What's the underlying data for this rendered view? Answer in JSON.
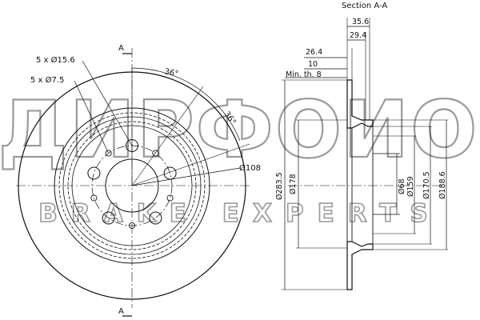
{
  "watermark": {
    "brand": "ДИРФОИО",
    "tagline": "BRAKE EXPERTS"
  },
  "section_title": "Section A-A",
  "section_marker": "A",
  "front_view": {
    "bolt_holes_label": "5 x Ø15.6",
    "small_holes_label": "5 x Ø7.5",
    "angle_label_1": "36°",
    "angle_label_2": "36°",
    "pcd_label": "Ø108"
  },
  "section_view": {
    "dim_35_6": "35.6",
    "dim_29_4": "29.4",
    "dim_26_4": "26.4",
    "dim_10": "10",
    "min_thickness": "Min. th. 8",
    "dia_283_5": "Ø283.5",
    "dia_178": "Ø178",
    "dia_68": "Ø68",
    "dia_159": "Ø159",
    "dia_170_5": "Ø170.5",
    "dia_188_6": "Ø188.6"
  },
  "colors": {
    "line": "#111111",
    "watermark": "#9a9a9a"
  }
}
